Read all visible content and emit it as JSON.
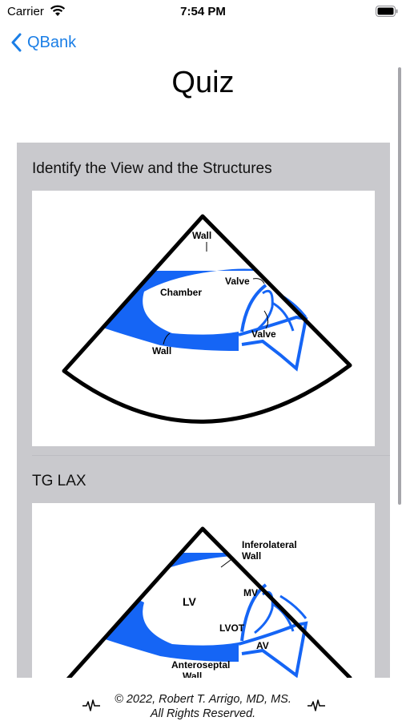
{
  "status_bar": {
    "carrier": "Carrier",
    "time": "7:54 PM"
  },
  "nav": {
    "back_label": "QBank"
  },
  "page": {
    "title": "Quiz"
  },
  "quiz_items": [
    {
      "label": "Identify the View and the Structures",
      "annotations": {
        "wall_top": "Wall",
        "chamber": "Chamber",
        "valve_upper": "Valve",
        "valve_lower": "Valve",
        "wall_bottom": "Wall"
      }
    },
    {
      "label": "TG LAX",
      "annotations": {
        "inferolateral_line1": "Inferolateral",
        "inferolateral_line2": "Wall",
        "lv": "LV",
        "mv": "MV",
        "lvot": "LVOT",
        "av": "AV",
        "anteroseptal_line1": "Anteroseptal",
        "anteroseptal_line2": "Wall"
      }
    }
  ],
  "footer": {
    "line1": "© 2022, Robert T. Arrigo, MD, MS.",
    "line2": "All Rights Reserved."
  },
  "colors": {
    "accent": "#1a7ee6",
    "structure_blue": "#1565f5",
    "panel_gray": "#c9c9cd"
  },
  "icons": [
    "wifi-icon",
    "battery-icon",
    "chevron-left-icon",
    "ekg-icon"
  ]
}
